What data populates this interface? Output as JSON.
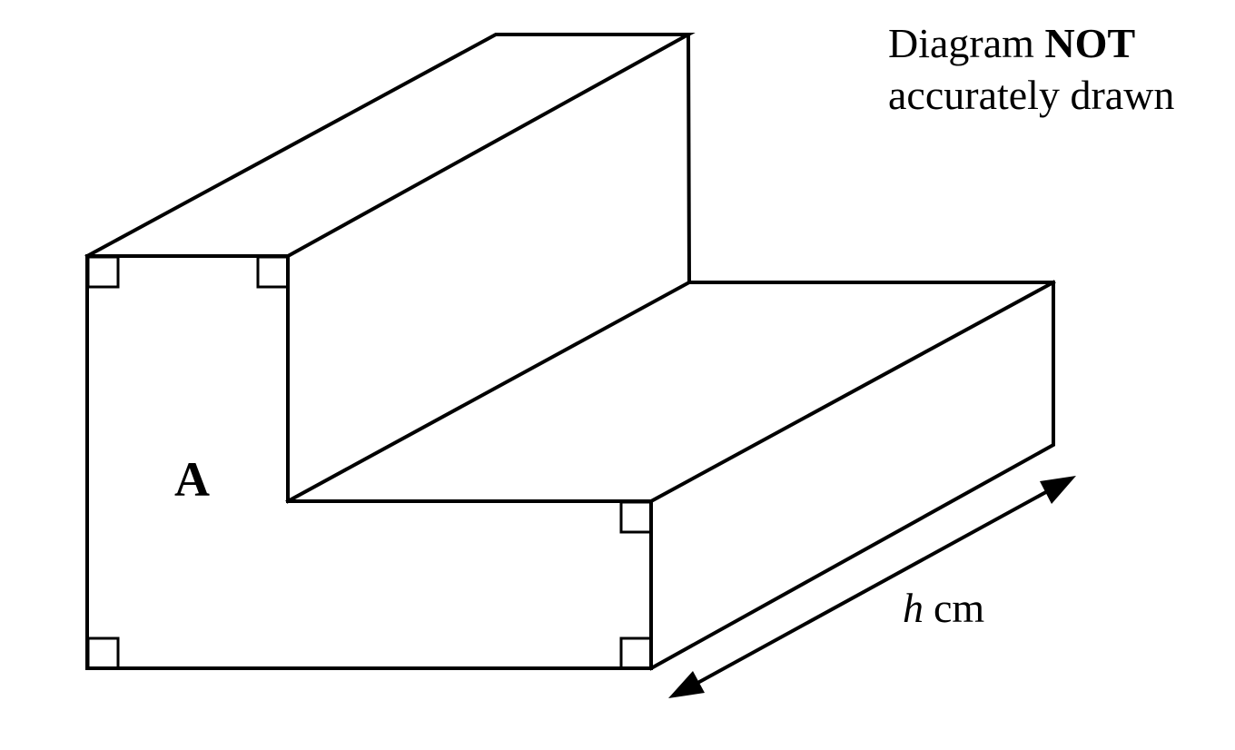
{
  "diagram": {
    "note": {
      "prefix": "Diagram ",
      "emphasis": "NOT",
      "line2": "accurately drawn"
    },
    "face_label": "A",
    "dimension_label": {
      "variable": "h",
      "unit": "cm"
    },
    "right_angle_marker_count": 5,
    "colors": {
      "ink": "#000000",
      "background": "#ffffff"
    }
  }
}
